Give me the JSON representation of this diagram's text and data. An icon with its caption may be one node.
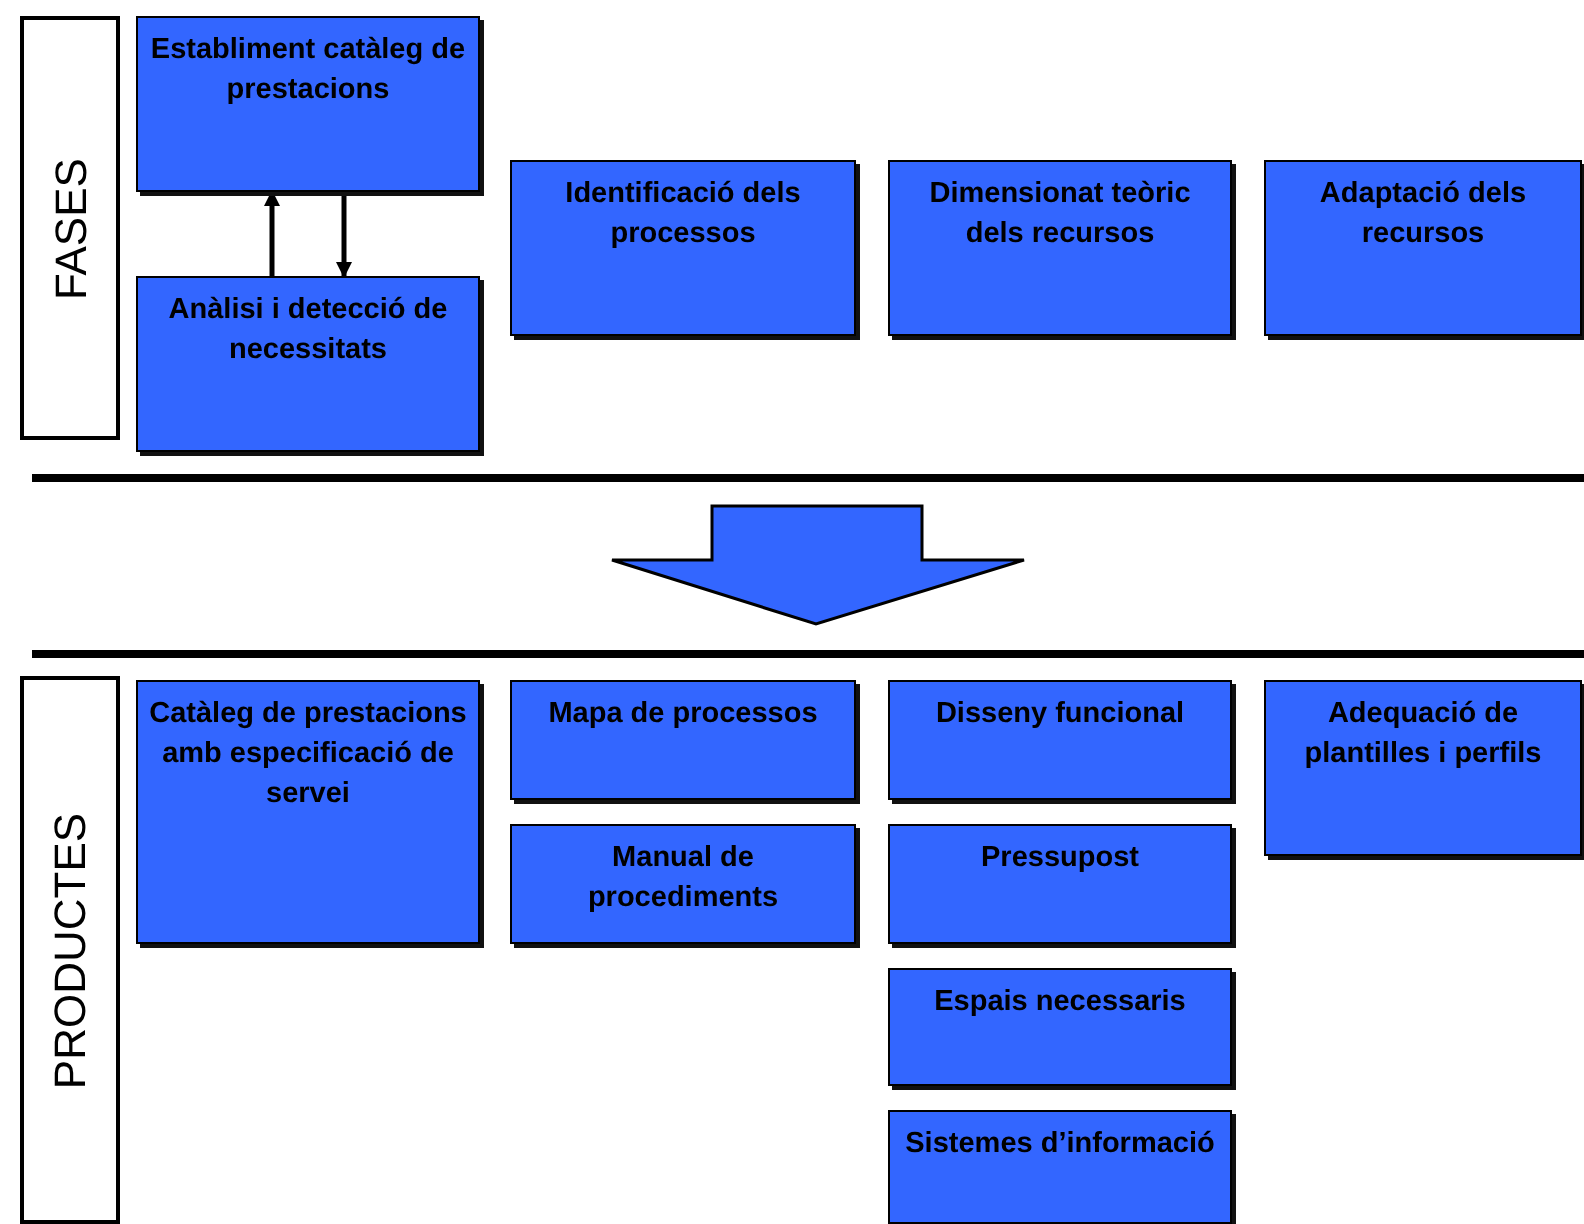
{
  "diagram": {
    "nodes": [
      {
        "text": [
          "FASES"
        ]
      },
      {
        "text": [
          "Establiment catàleg de prestacions"
        ]
      },
      {
        "text": [
          "Anàlisi i detecció de necessitats"
        ]
      },
      {
        "text": [
          "Identificació dels processos"
        ]
      },
      {
        "text": [
          "Dimensionat teòric dels recursos"
        ]
      },
      {
        "text": [
          "Adaptació dels recursos"
        ]
      },
      {
        "text": [
          "PRODUCTES"
        ]
      },
      {
        "text": [
          "Catàleg de prestacions amb especificació de servei"
        ]
      },
      {
        "text": [
          "Mapa de processos"
        ]
      },
      {
        "text": [
          "Manual de procediments"
        ]
      },
      {
        "text": [
          "Disseny funcional"
        ]
      },
      {
        "text": [
          "Pressupost"
        ]
      },
      {
        "text": [
          "Espais necessaris"
        ]
      },
      {
        "text": [
          "Sistemes d’informació"
        ]
      },
      {
        "text": [
          "Adequació de plantilles i perfils"
        ]
      }
    ],
    "edges": [
      {
        "from": 2,
        "to": 1,
        "arrow": "to"
      },
      {
        "from": 1,
        "to": 2,
        "arrow": "to"
      }
    ]
  }
}
